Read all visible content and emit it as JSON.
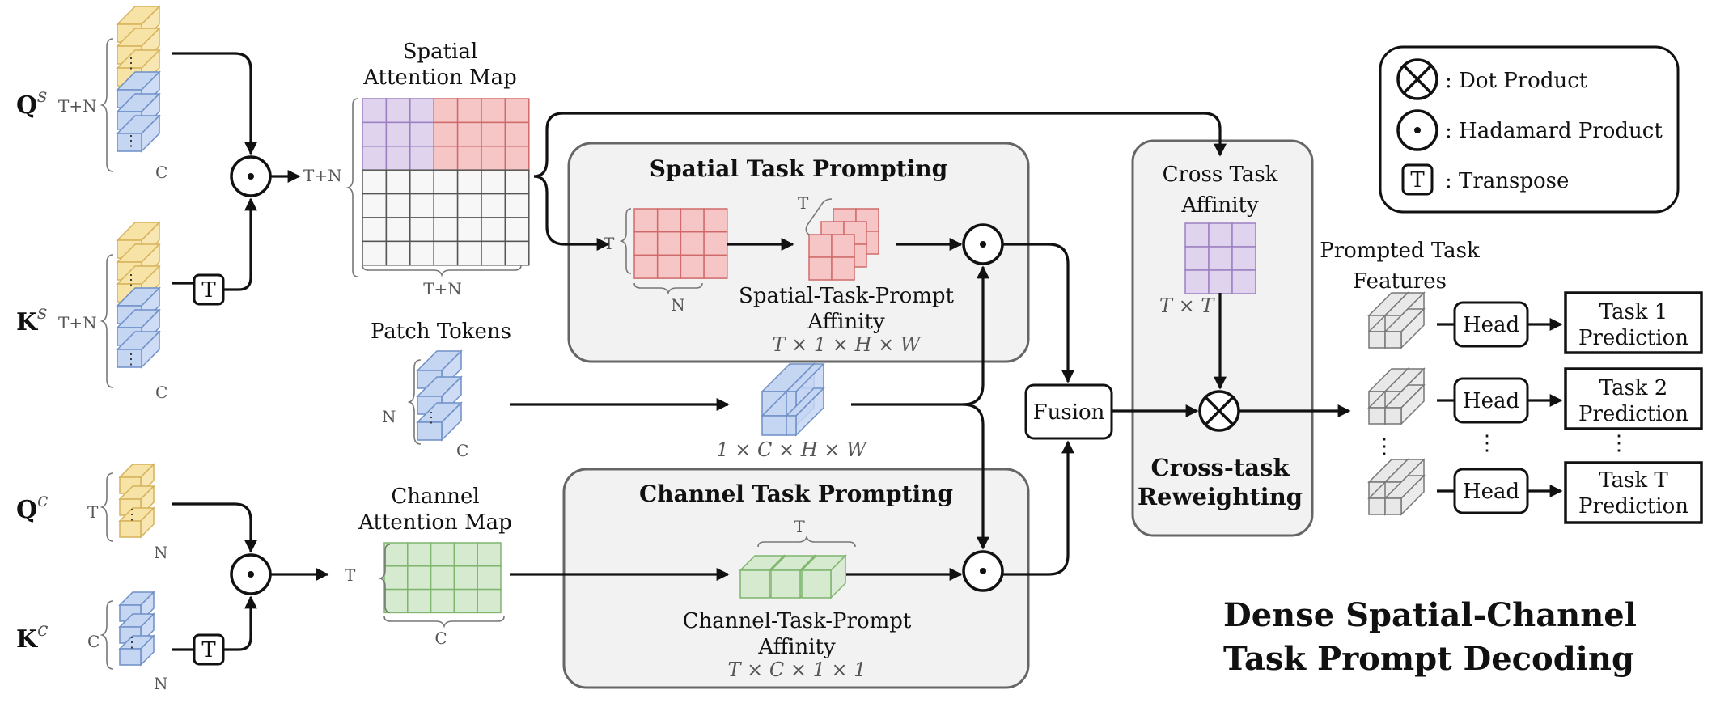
{
  "colors": {
    "query_yellow": "#f8e3a6",
    "query_yellow_stroke": "#d5b25a",
    "key_blue": "#c5d6f3",
    "key_blue_stroke": "#6f8fc8",
    "attention_purple": "#e0d3ee",
    "attention_red": "#f6c6c6",
    "attention_green": "#d6ead0",
    "panel_fill": "#f2f2f2",
    "panel_stroke": "#666666"
  },
  "inputs": {
    "qs": {
      "symbol": "Q",
      "sup": "s",
      "dim": "T+N",
      "channel": "C"
    },
    "ks": {
      "symbol": "K",
      "sup": "s",
      "dim": "T+N",
      "channel": "C"
    },
    "qc": {
      "symbol": "Q",
      "sup": "c",
      "dim": "T",
      "channel": "N"
    },
    "kc": {
      "symbol": "K",
      "sup": "c",
      "dim": "C",
      "channel": "N"
    }
  },
  "spatial_map": {
    "title_1": "Spatial",
    "title_2": "Attention Map",
    "row_dim": "T+N",
    "col_dim": "T+N"
  },
  "channel_map": {
    "title_1": "Channel",
    "title_2": "Attention Map",
    "row_dim": "T",
    "col_dim": "C"
  },
  "patch_tokens": {
    "title": "Patch Tokens",
    "dim": "N",
    "channel": "C",
    "reshaped_label": "1 × C × H × W"
  },
  "spatial_panel": {
    "title": "Spatial Task Prompting",
    "grid_row_dim": "T",
    "grid_col_dim": "N",
    "stack_dim": "T",
    "affinity_1": "Spatial-Task-Prompt",
    "affinity_2": "Affinity",
    "shape": "T × 1 × H × W"
  },
  "channel_panel": {
    "title": "Channel Task Prompting",
    "stack_dim": "T",
    "affinity_1": "Channel-Task-Prompt",
    "affinity_2": "Affinity",
    "shape": "T × C × 1 × 1"
  },
  "transpose_label": "T",
  "fusion_label": "Fusion",
  "cross_panel": {
    "affinity_1": "Cross Task",
    "affinity_2": "Affinity",
    "shape": "T × T",
    "title_1": "Cross-task",
    "title_2": "Reweighting"
  },
  "prompted": {
    "title_1": "Prompted Task",
    "title_2": "Features"
  },
  "heads": [
    {
      "head": "Head",
      "pred_1": "Task 1",
      "pred_2": "Prediction"
    },
    {
      "head": "Head",
      "pred_1": "Task 2",
      "pred_2": "Prediction"
    },
    {
      "head": "Head",
      "pred_1": "Task T",
      "pred_2": "Prediction"
    }
  ],
  "ellipsis": "⋮",
  "legend": {
    "dot_product": ": Dot Product",
    "hadamard": ": Hadamard Product",
    "transpose_symbol": "T",
    "transpose": ": Transpose"
  },
  "main_title": {
    "line_1": "Dense Spatial-Channel",
    "line_2": "Task Prompt Decoding"
  }
}
